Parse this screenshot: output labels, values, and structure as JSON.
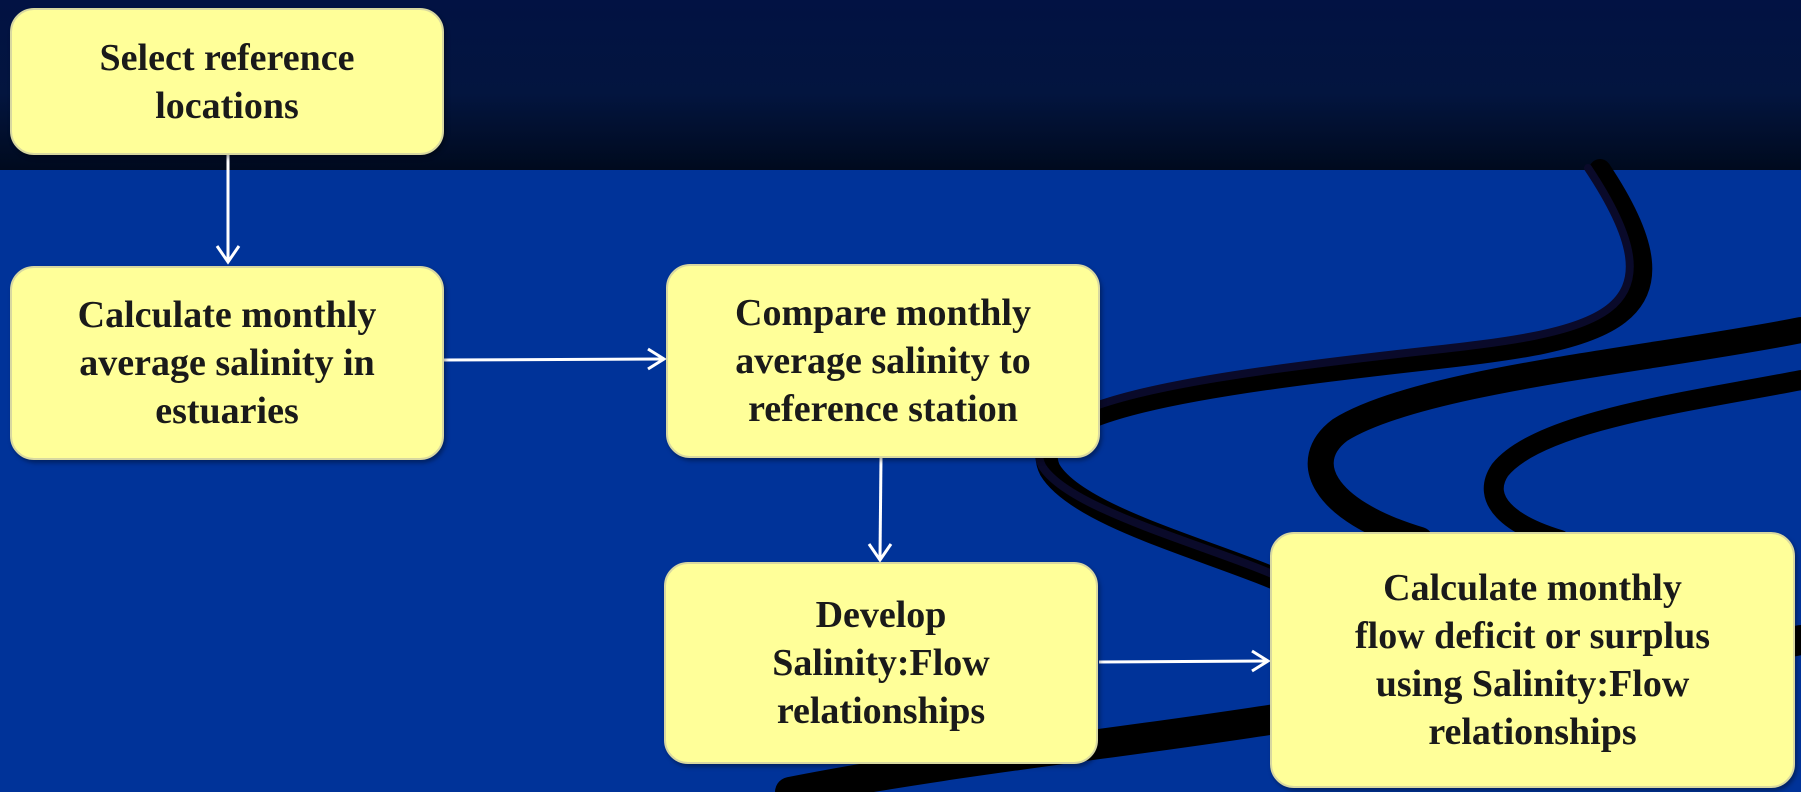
{
  "diagram": {
    "nodes": {
      "select": "Select reference\nlocations",
      "calc_avg": "Calculate monthly\naverage salinity in\nestuaries",
      "compare": "Compare monthly\naverage salinity to\nreference station",
      "develop": "Develop\nSalinity:Flow\nrelationships",
      "calc_flow": "Calculate monthly\nflow deficit or surplus\nusing Salinity:Flow\nrelationships"
    },
    "edges": [
      {
        "from": "select",
        "to": "calc_avg"
      },
      {
        "from": "calc_avg",
        "to": "compare"
      },
      {
        "from": "compare",
        "to": "develop"
      },
      {
        "from": "develop",
        "to": "calc_flow"
      }
    ],
    "colors": {
      "background": "#003399",
      "header_band": "#021243",
      "box_fill": "#ffff99",
      "arrow": "#ffffff",
      "swoosh": "#000000"
    }
  }
}
